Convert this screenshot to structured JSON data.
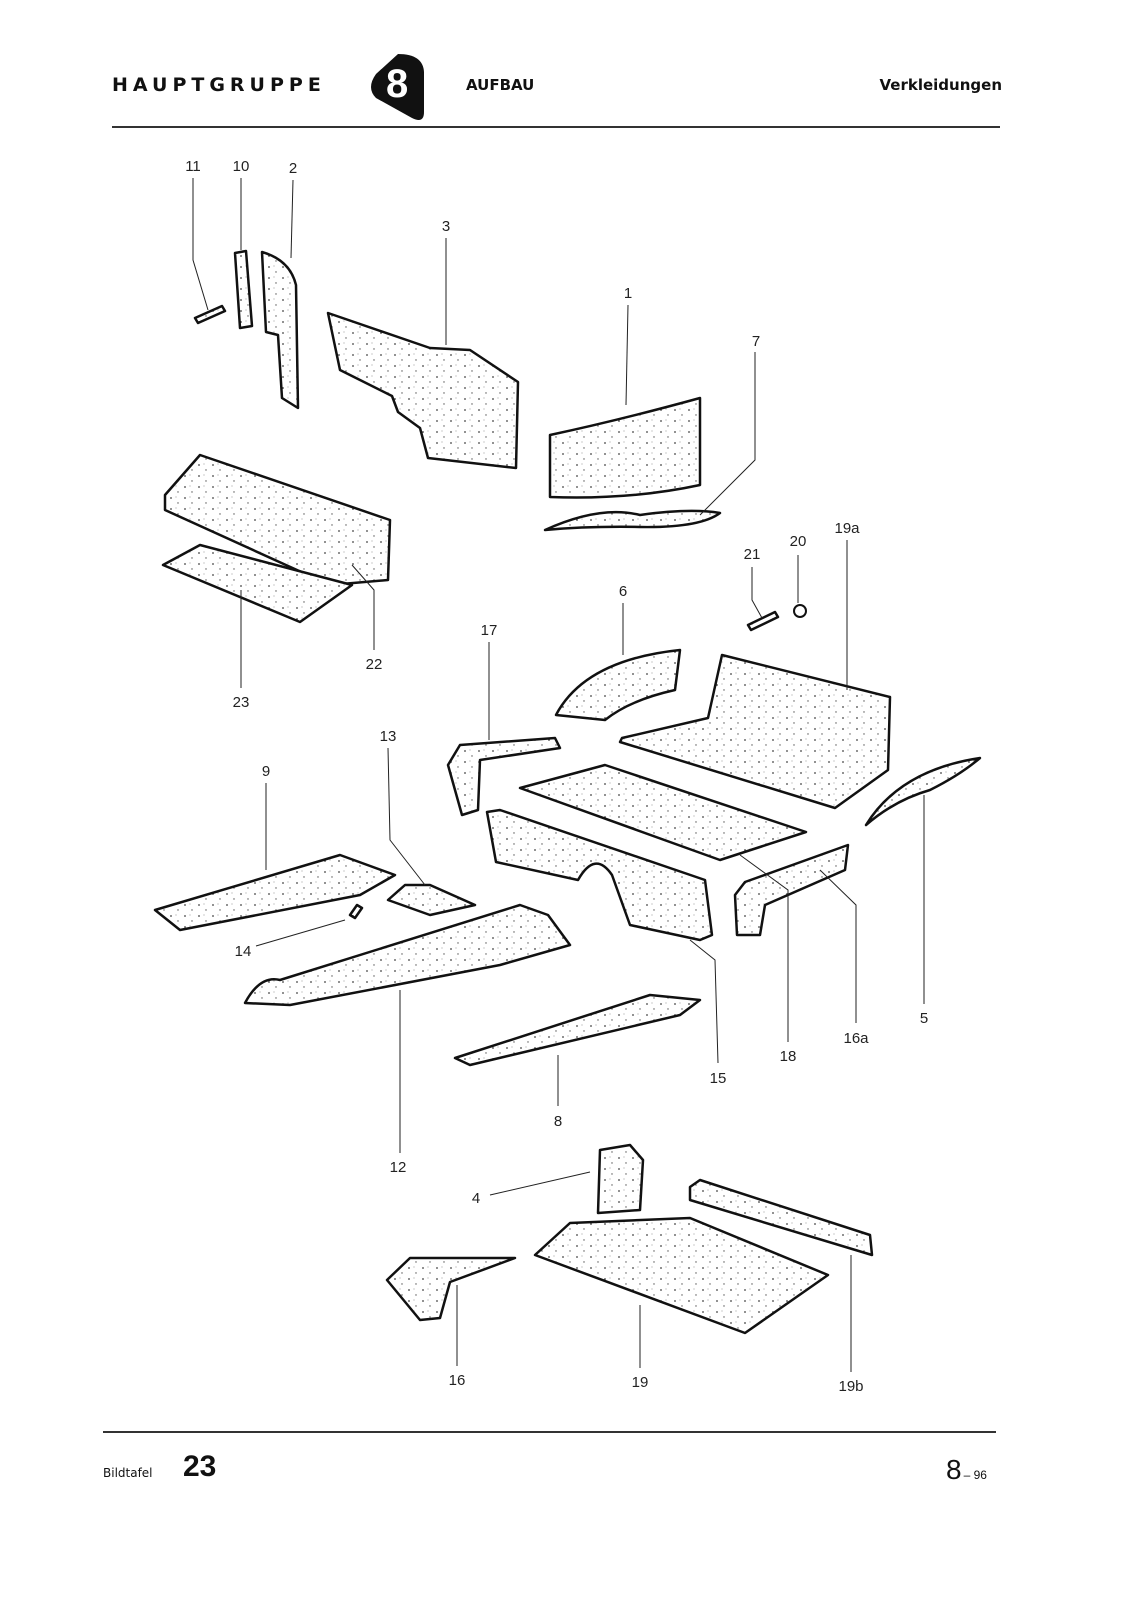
{
  "header": {
    "group": "HAUPTGRUPPE",
    "group_number": "8",
    "section": "AUFBAU",
    "title": "Verkleidungen"
  },
  "footer": {
    "label": "Bildtafel",
    "plate_number": "23",
    "page_main": "8",
    "page_sub": "– 96"
  },
  "callouts": {
    "p11": "11",
    "p10": "10",
    "p2": "2",
    "p3": "3",
    "p1": "1",
    "p7": "7",
    "p19a": "19a",
    "p20": "20",
    "p21": "21",
    "p6": "6",
    "p17": "17",
    "p22": "22",
    "p23": "23",
    "p13": "13",
    "p9": "9",
    "p14": "14",
    "p5": "5",
    "p16a": "16a",
    "p18": "18",
    "p15": "15",
    "p8": "8",
    "p12": "12",
    "p4": "4",
    "p16": "16",
    "p19": "19",
    "p19b": "19b"
  }
}
